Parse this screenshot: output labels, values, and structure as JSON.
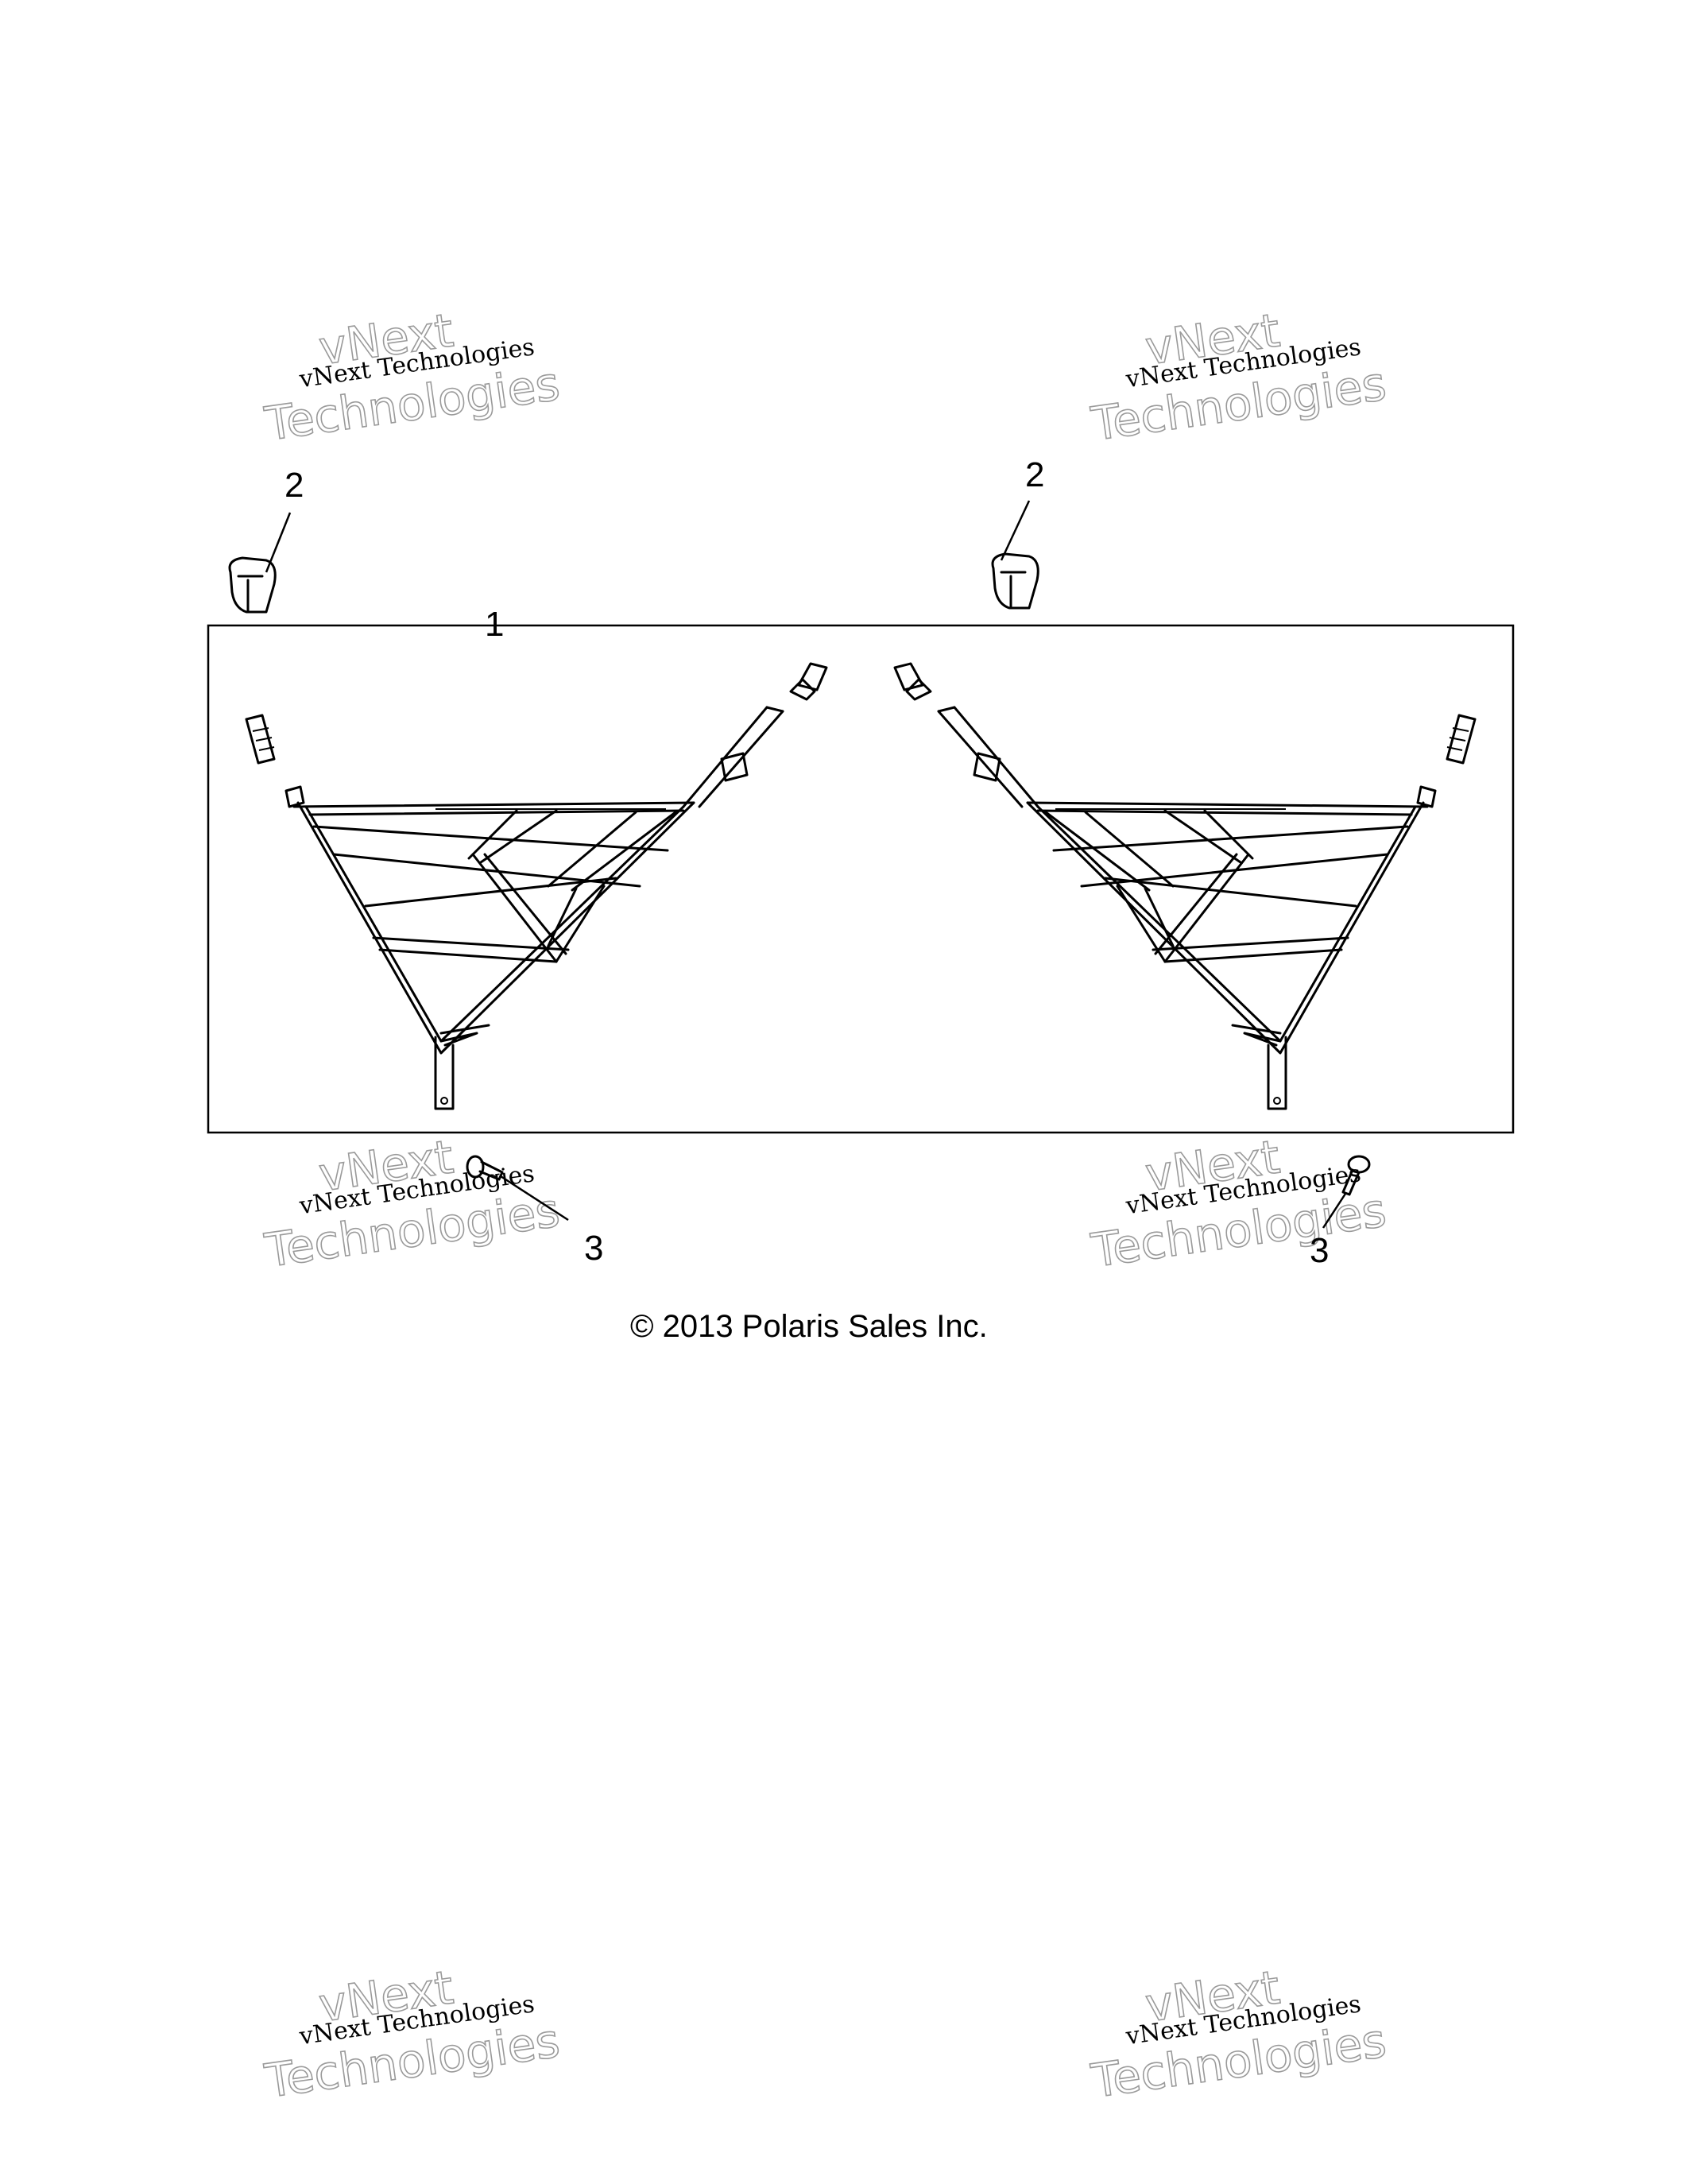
{
  "callouts": {
    "net_assembly": "1",
    "clip_left": "2",
    "clip_right": "2",
    "rivet_left": "3",
    "rivet_right": "3"
  },
  "copyright": "© 2013 Polaris Sales Inc.",
  "watermark": {
    "line_small": "vNext Technologies",
    "line_outline_top": "vNext",
    "line_outline_bottom": "Technologies"
  }
}
